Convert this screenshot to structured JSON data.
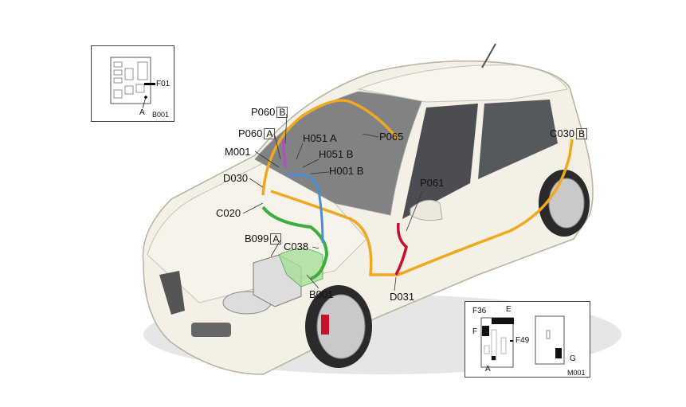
{
  "insets": {
    "b001": {
      "title": "B001",
      "labels": [
        "F01",
        "A"
      ]
    },
    "m001": {
      "title": "M001",
      "labels": [
        "F36",
        "E",
        "F",
        "F49",
        "A",
        "G"
      ]
    }
  },
  "callouts": {
    "p060b": {
      "code": "P060",
      "suffix": "B"
    },
    "p060a": {
      "code": "P060",
      "suffix": "A"
    },
    "m001": {
      "code": "M001"
    },
    "d030": {
      "code": "D030"
    },
    "c020": {
      "code": "C020"
    },
    "b099a": {
      "code": "B099",
      "suffix": "A"
    },
    "c038": {
      "code": "C038"
    },
    "b001": {
      "code": "B001"
    },
    "d031": {
      "code": "D031"
    },
    "p061": {
      "code": "P061"
    },
    "c030b": {
      "code": "C030",
      "suffix": "B"
    },
    "p065": {
      "code": "P065"
    },
    "h051a": {
      "code": "H051 A"
    },
    "h051b": {
      "code": "H051 B"
    },
    "h001b": {
      "code": "H001 B"
    }
  },
  "colors": {
    "harness_main": "#f0a81e",
    "harness_green": "#3cae3c",
    "harness_blue": "#4a8fd4",
    "harness_red": "#c8102e",
    "harness_purple": "#b050c0",
    "body": "#f4f0e6"
  }
}
